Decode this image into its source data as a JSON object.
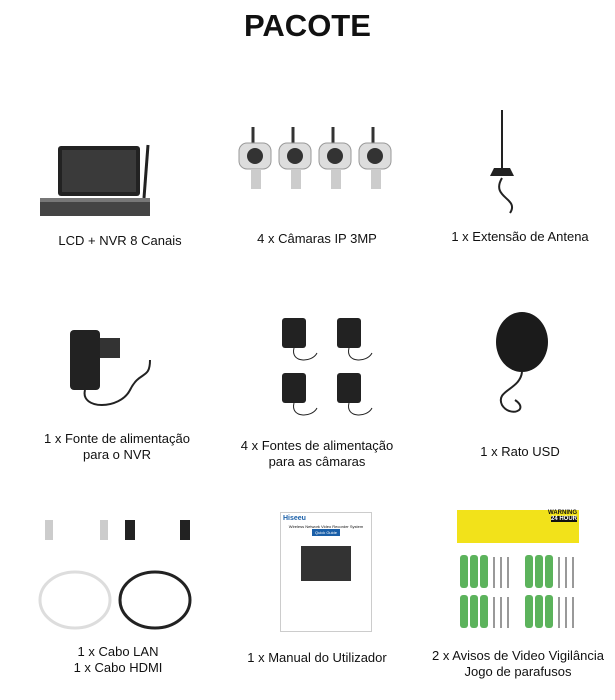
{
  "title": "PACOTE",
  "items": [
    {
      "line1": "LCD + NVR 8 Canais"
    },
    {
      "line1": "4 x Câmaras IP 3MP"
    },
    {
      "line1": "1 x Extensão de Antena"
    },
    {
      "line1": "1 x Fonte de alimentação",
      "line2": "para o NVR"
    },
    {
      "line1": "4 x Fontes de alimentação",
      "line2": "para as câmaras"
    },
    {
      "line1": "1 x Rato USD"
    },
    {
      "line1": "1 x Cabo LAN",
      "line2": "1 x Cabo HDMI"
    },
    {
      "line1": "1 x Manual do Utilizador"
    },
    {
      "line1": "2 x Avisos de Video Vigilância",
      "line2": "Jogo de parafusos"
    }
  ],
  "manual": {
    "brand": "Hiseeu",
    "heading": "Wireless Network Video Recorder System",
    "badge": "Quick Guide"
  },
  "sign": {
    "label": "WARNING",
    "sub": "24 HOUR"
  },
  "colors": {
    "sign": "#f2e21a",
    "anchor": "#5cb35c"
  }
}
